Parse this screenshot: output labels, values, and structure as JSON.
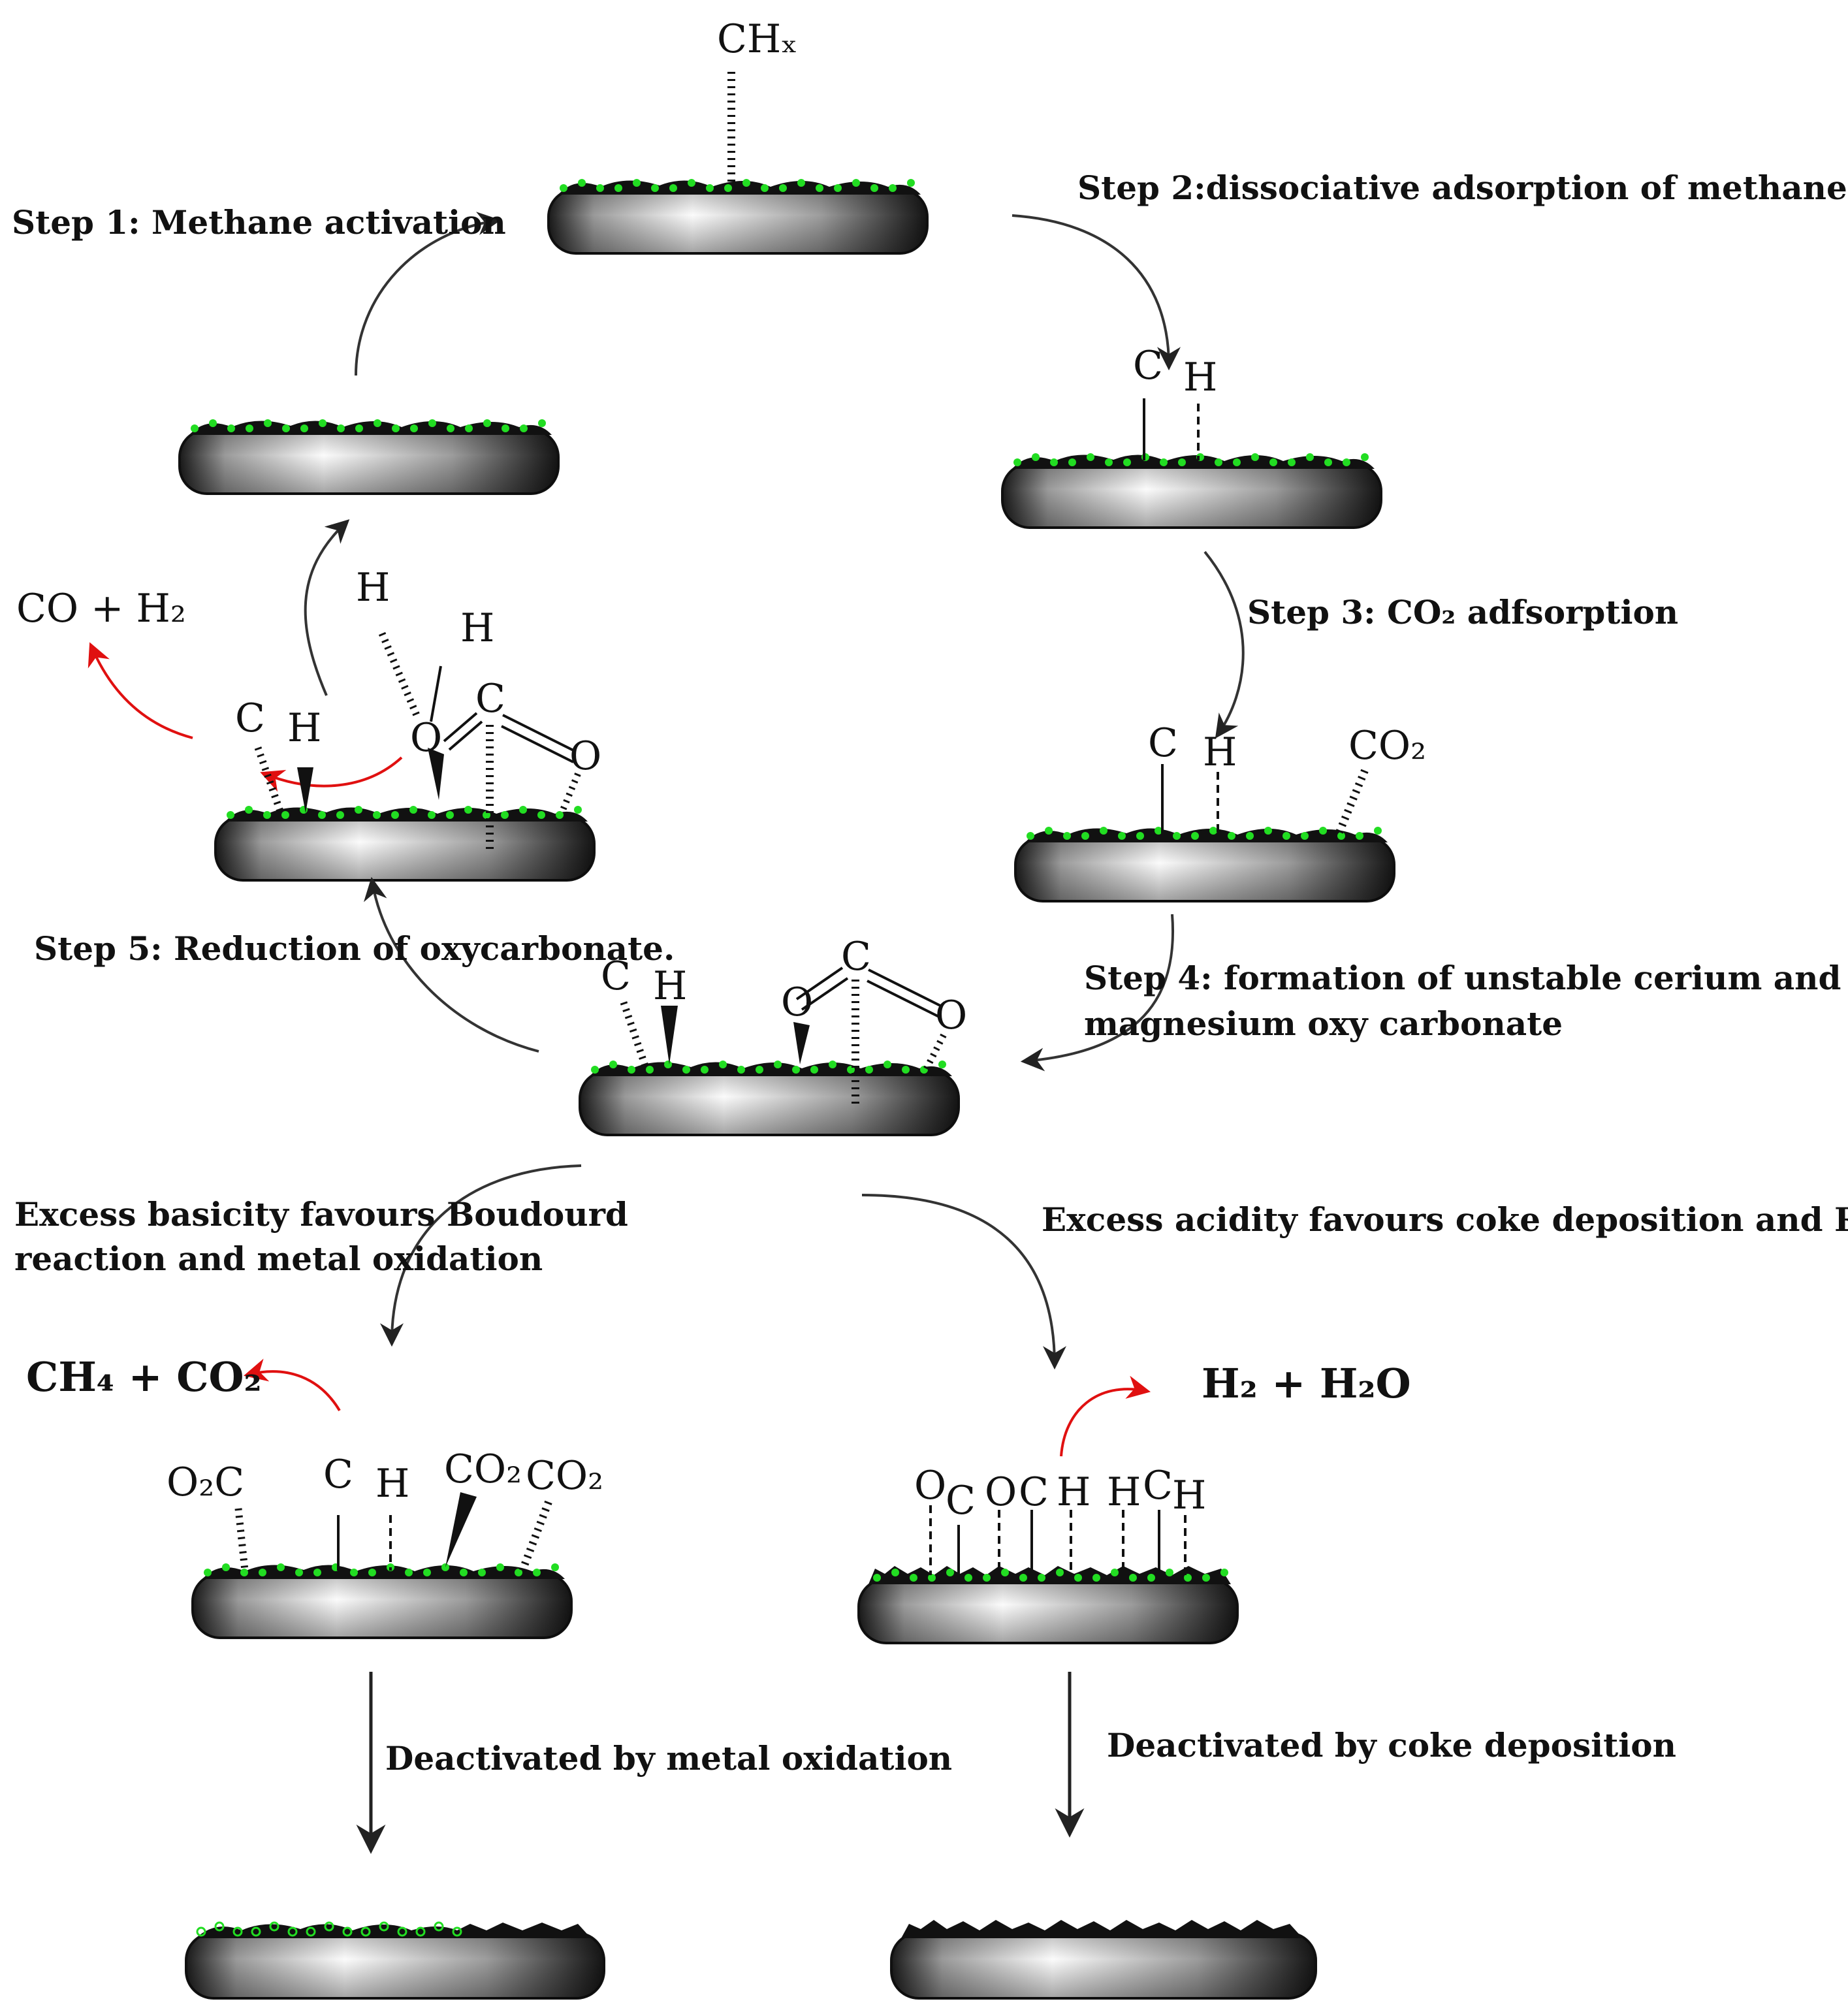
{
  "colors": {
    "support_dark": "#111111",
    "support_light": "#f2f2f2",
    "active_site": "#22dd22",
    "product_arrow": "#e01010",
    "cycle_arrow": "#333333"
  },
  "labels": {
    "step1": "Step 1: Methane activation",
    "step2": "Step 2:dissociative adsorption of methane",
    "step3": "Step 3: CO₂ adfsorption",
    "step4_line1": "Step 4:  formation of unstable cerium and",
    "step4_line2": "magnesium oxy carbonate",
    "step5": "Step 5: Reduction of oxycarbonate.",
    "basic_line1": "Excess basicity favours Boudourd",
    "basic_line2": " reaction and metal oxidation",
    "acid_line": "Excess acidity favours coke deposition and RWGS",
    "deact_metal": "Deactivated by metal oxidation",
    "deact_coke": "Deactivated by coke deposition"
  },
  "species": {
    "chx": "CHₓ",
    "c": "C",
    "h": "H",
    "o": "O",
    "co2": "CO₂",
    "o2c": "O₂C",
    "co_h2": "CO + H₂",
    "ch4_co2": "CH₄ + CO₂",
    "h2_h2o": "H₂ + H₂O"
  }
}
